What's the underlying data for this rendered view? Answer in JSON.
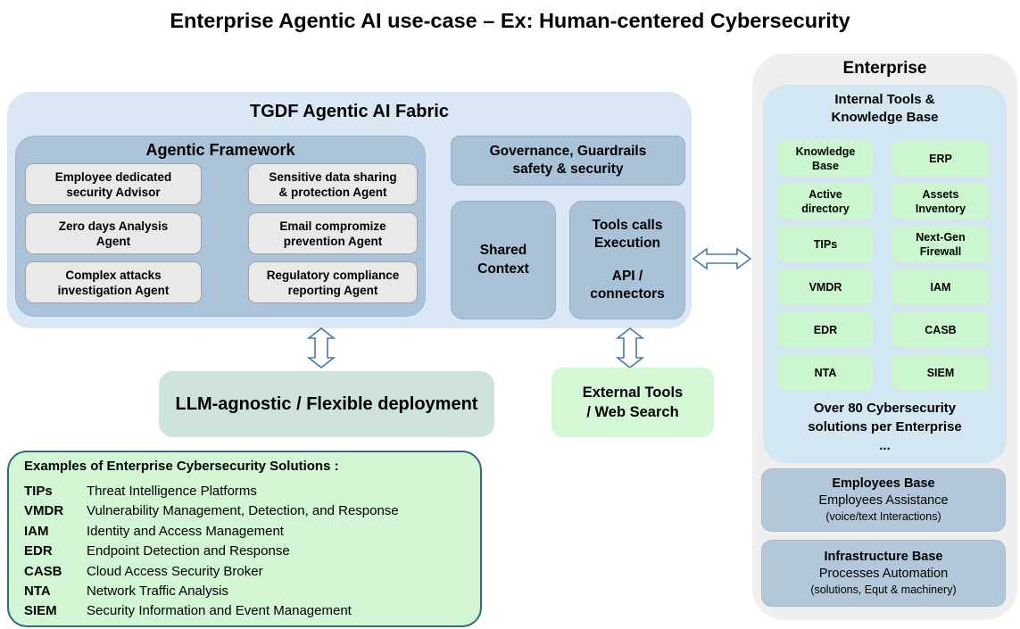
{
  "title": "Enterprise Agentic AI use-case – Ex: Human-centered Cybersecurity",
  "colors": {
    "fabric_bg": "#d9e8f4",
    "panel_blue": "#abc3d9",
    "agent_bg": "#e9e9e9",
    "agent_border": "#a3a3a3",
    "llm_bg": "#cde2d9",
    "light_green": "#d4f7d6",
    "green_chip": "#ccf6ce",
    "enterprise_bg": "#efefef",
    "internal_bg": "#d3e7f3",
    "examples_border": "#35687a",
    "arrow_stroke": "#4a7ba6"
  },
  "fabric": {
    "title": "TGDF Agentic AI Fabric",
    "framework": {
      "title": "Agentic Framework",
      "agents": [
        [
          "Employee dedicated",
          "security Advisor"
        ],
        [
          "Sensitive data sharing",
          "& protection Agent"
        ],
        [
          "Zero days Analysis",
          "Agent"
        ],
        [
          "Email compromize",
          "prevention Agent"
        ],
        [
          "Complex attacks",
          "investigation Agent"
        ],
        [
          "Regulatory compliance",
          "reporting Agent"
        ]
      ]
    },
    "governance": [
      "Governance, Guardrails",
      "safety & security"
    ],
    "shared_context": "Shared Context",
    "tools_calls": [
      "Tools calls Execution",
      "API / connectors"
    ]
  },
  "llm_box": "LLM-agnostic / Flexible deployment",
  "external_tools": [
    "External Tools",
    "/ Web Search"
  ],
  "examples": {
    "title": "Examples of Enterprise Cybersecurity Solutions :",
    "items": [
      {
        "term": "TIPs",
        "def": "Threat Intelligence Platforms"
      },
      {
        "term": "VMDR",
        "def": "Vulnerability Management, Detection, and Response"
      },
      {
        "term": "IAM",
        "def": "Identity and Access Management"
      },
      {
        "term": "EDR",
        "def": "Endpoint Detection and Response"
      },
      {
        "term": "CASB",
        "def": "Cloud Access Security Broker"
      },
      {
        "term": "NTA",
        "def": "Network Traffic Analysis"
      },
      {
        "term": "SIEM",
        "def": "Security Information and Event Management"
      }
    ]
  },
  "enterprise": {
    "title": "Enterprise",
    "internal": {
      "title_lines": [
        "Internal Tools &",
        "Knowledge Base"
      ],
      "tools": [
        "Knowledge Base",
        "ERP",
        "Active directory",
        "Assets Inventory",
        "TIPs",
        "Next-Gen Firewall",
        "VMDR",
        "IAM",
        "EDR",
        "CASB",
        "NTA",
        "SIEM"
      ],
      "footer": [
        "Over 80 Cybersecurity",
        "solutions per Enterprise",
        "..."
      ]
    },
    "employees": [
      "Employees Base",
      "Employees Assistance",
      "(voice/text Interactions)"
    ],
    "infrastructure": [
      "Infrastructure Base",
      "Processes Automation",
      "(solutions, Equt & machinery)"
    ]
  }
}
